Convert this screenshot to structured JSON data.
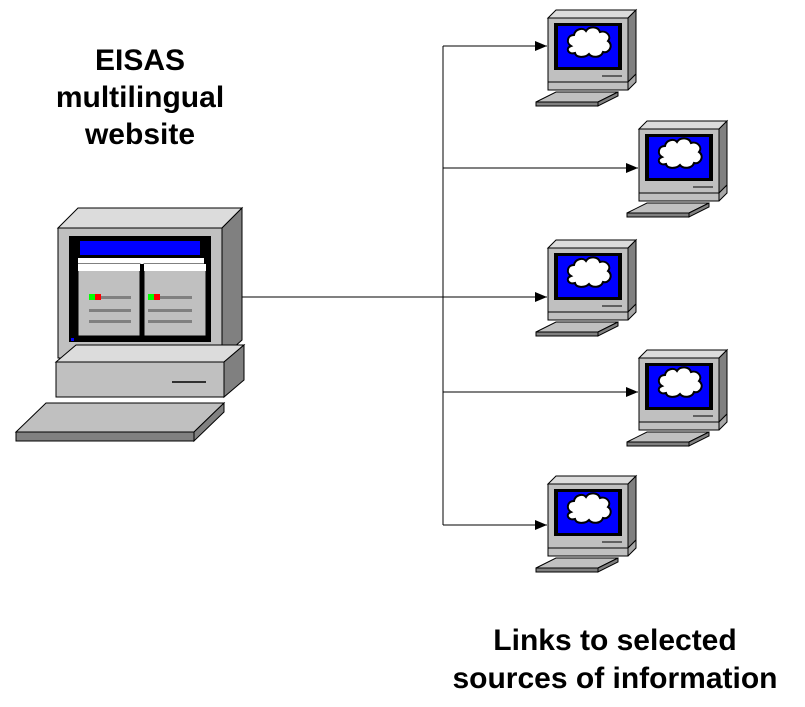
{
  "website_label": [
    "EISAS",
    "multilingual",
    "website"
  ],
  "links_label": [
    "Links to selected",
    "sources of information"
  ],
  "colors": {
    "screen_blue": "#0000ff",
    "case_gray": "#c0c0c0",
    "dark_gray": "#808080",
    "green_led": "#00ff00",
    "red_led": "#ff0000"
  },
  "icons": {
    "server": "computer-monitor-with-browser-window",
    "client": "computer-monitor-with-cloud-internet"
  }
}
